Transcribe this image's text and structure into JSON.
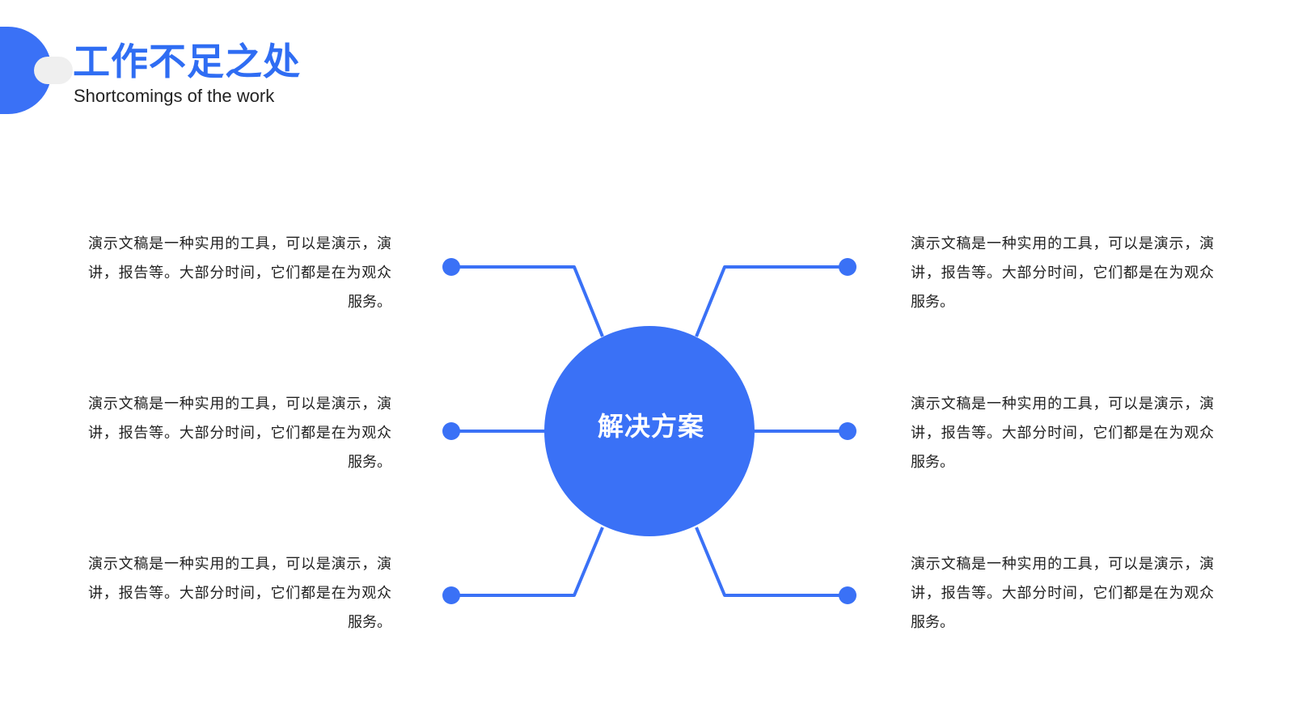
{
  "header": {
    "title": "工作不足之处",
    "subtitle": "Shortcomings of the work"
  },
  "center": {
    "label": "解决方案"
  },
  "blocks": [
    {
      "text": "演示文稿是一种实用的工具，可以是演示，演讲，报告等。大部分时间，它们都是在为观众服务。"
    },
    {
      "text": "演示文稿是一种实用的工具，可以是演示，演讲，报告等。大部分时间，它们都是在为观众服务。"
    },
    {
      "text": "演示文稿是一种实用的工具，可以是演示，演讲，报告等。大部分时间，它们都是在为观众服务。"
    },
    {
      "text": "演示文稿是一种实用的工具，可以是演示，演讲，报告等。大部分时间，它们都是在为观众服务。"
    },
    {
      "text": "演示文稿是一种实用的工具，可以是演示，演讲，报告等。大部分时间，它们都是在为观众服务。"
    },
    {
      "text": "演示文稿是一种实用的工具，可以是演示，演讲，报告等。大部分时间，它们都是在为观众服务。"
    }
  ],
  "colors": {
    "accent": "#3a71f6",
    "text": "#222222"
  }
}
